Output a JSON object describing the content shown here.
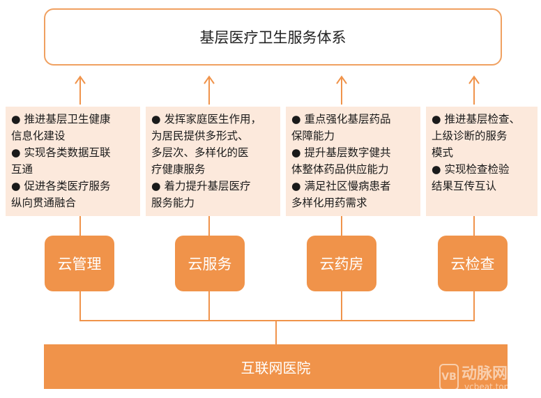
{
  "top": {
    "title": "基层医疗卫生服务体系"
  },
  "columns": [
    {
      "description_lines": [
        "● 推进基层卫生健康",
        "信息化建设",
        "● 实现各类数据互联",
        "互通",
        "● 促进各类医疗服务",
        "纵向贯通融合"
      ],
      "label": "云管理"
    },
    {
      "description_lines": [
        "● 发挥家庭医生作用，",
        "为居民提供多形式、",
        "多层次、多样化的医",
        "疗健康服务",
        "● 着力提升基层医疗",
        "服务能力"
      ],
      "label": "云服务"
    },
    {
      "description_lines": [
        "● 重点强化基层药品",
        "保障能力",
        "● 提升基层数字健共",
        "体整体药品供应能力",
        "● 满足社区慢病患者",
        "多样化用药需求"
      ],
      "label": "云药房"
    },
    {
      "description_lines": [
        "● 推进基层检查、",
        "上级诊断的服务",
        "模式",
        "● 实现检查检验",
        "结果互传互认"
      ],
      "label": "云检查"
    }
  ],
  "bottom": {
    "label": "互联网医院"
  },
  "watermark": {
    "brand": "动脉网",
    "url": "vcbeat.top",
    "logo": "VB"
  },
  "colors": {
    "accent": "#f0934a",
    "panel": "#fce9dc",
    "border": "#f0a060"
  }
}
